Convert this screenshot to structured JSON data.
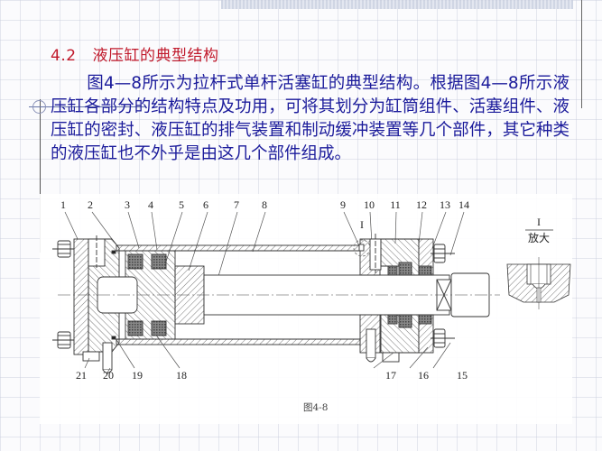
{
  "section": {
    "number": "4.2",
    "title": "液压缸的典型结构"
  },
  "paragraph": "图4—8所示为拉杆式单杆活塞缸的典型结构。根据图4—8所示液压缸各部分的结构特点及功用，可将其划分为缸筒组件、活塞组件、液压缸的密封、液压缸的排气装置和制动缓冲装置等几个部件，其它种类的液压缸也不外乎是由这几个部件组成。",
  "figure": {
    "caption": "图4-8",
    "top_labels": [
      "1",
      "2",
      "3",
      "4",
      "5",
      "6",
      "7",
      "8",
      "9",
      "10",
      "11",
      "12",
      "13",
      "14"
    ],
    "bottom_labels": [
      "21",
      "20",
      "19",
      "18",
      "17",
      "16",
      "15"
    ],
    "detail_marker": "I",
    "detail_view": {
      "title": "I",
      "subtitle": "放大"
    }
  },
  "colors": {
    "title": "#c0182a",
    "body_text": "#1b1b9b",
    "drawing_line": "#333333"
  }
}
